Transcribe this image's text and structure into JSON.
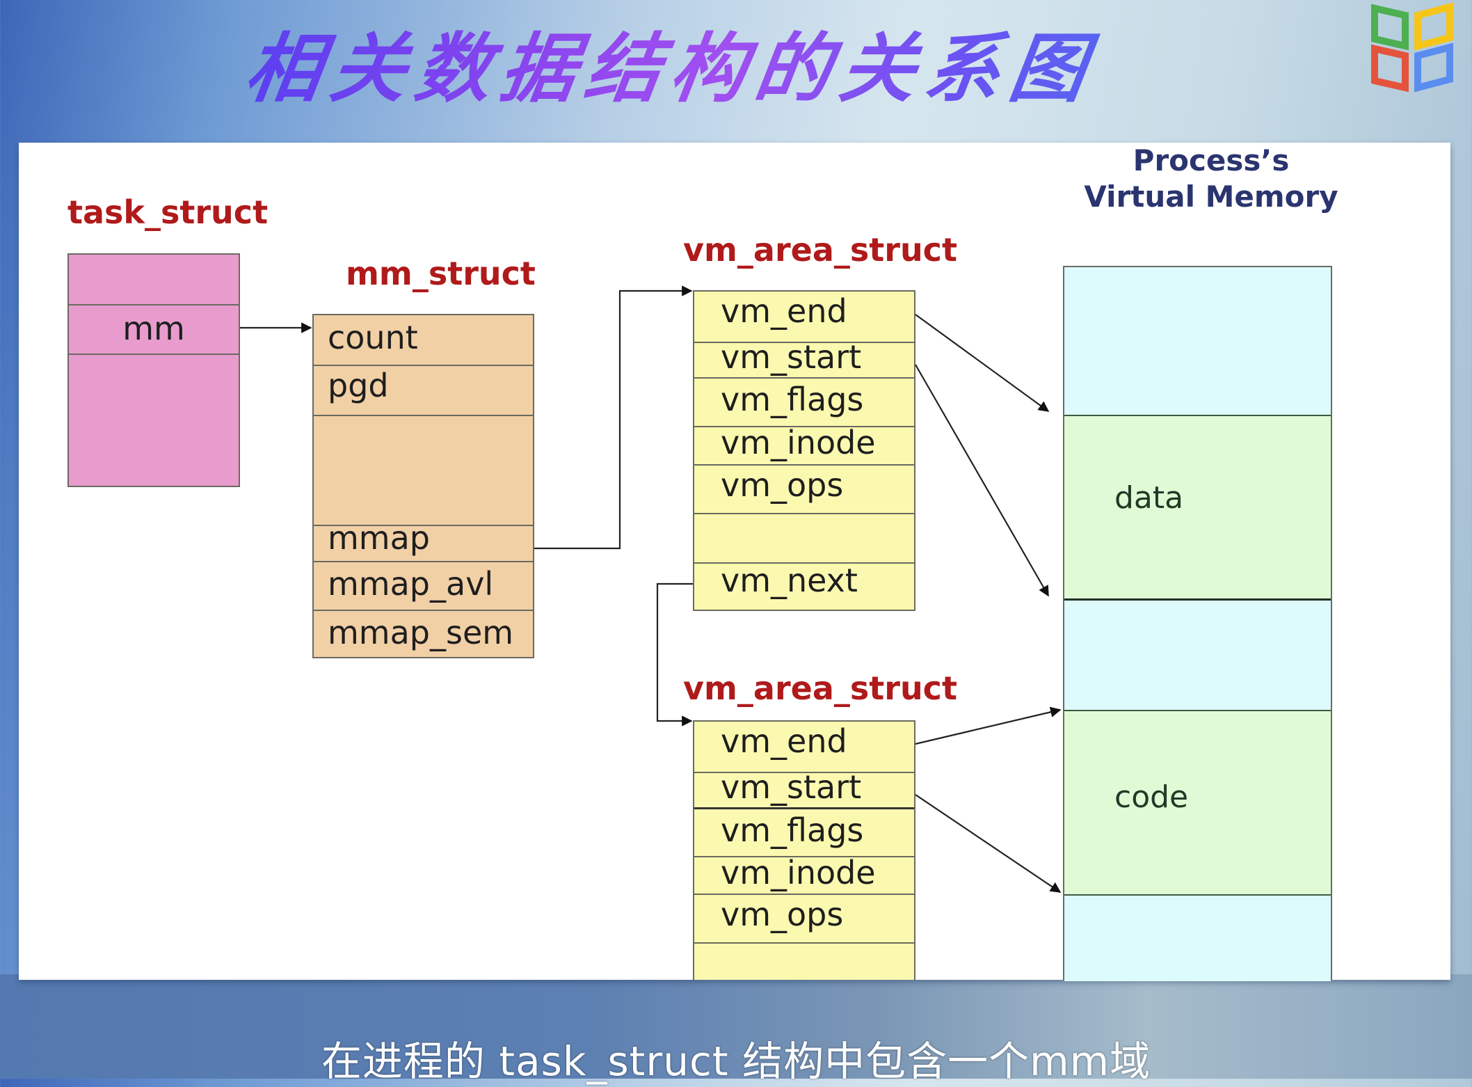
{
  "slide": {
    "title": "相关数据结构的关系图",
    "subtitle": "在进程的 task_struct 结构中包含一个mm域",
    "logo_icon": "book-logo-icon",
    "logo_colors": [
      "#4caf50",
      "#f5c518",
      "#e5533d",
      "#5b8def"
    ]
  },
  "diagram": {
    "task_struct": {
      "label": "task_struct",
      "fields": [
        "",
        "mm",
        ""
      ],
      "color": "#e89ccd"
    },
    "mm_struct": {
      "label": "mm_struct",
      "fields": [
        "count",
        "pgd",
        "",
        "mmap",
        "mmap_avl",
        "mmap_sem"
      ],
      "color": "#f2d0a6"
    },
    "vm_area_struct_1": {
      "label": "vm_area_struct",
      "fields": [
        "vm_end",
        "vm_start",
        "vm_flags",
        "vm_inode",
        "vm_ops",
        "",
        "vm_next"
      ],
      "color": "#fbf9b0"
    },
    "vm_area_struct_2": {
      "label": "vm_area_struct",
      "fields": [
        "vm_end",
        "vm_start",
        "vm_flags",
        "vm_inode",
        "vm_ops",
        ""
      ],
      "color": "#fbf9b0"
    },
    "virtual_memory": {
      "label_line1": "Process’s",
      "label_line2": "Virtual Memory",
      "segments": [
        {
          "label": "",
          "kind": "free"
        },
        {
          "label": "data",
          "kind": "region"
        },
        {
          "label": "",
          "kind": "free"
        },
        {
          "label": "code",
          "kind": "region"
        },
        {
          "label": "",
          "kind": "free"
        }
      ],
      "free_color": "#ddfbfc",
      "region_color": "#e0fad6"
    },
    "links": [
      {
        "from": "task_struct.mm",
        "to": "mm_struct"
      },
      {
        "from": "mm_struct.mmap",
        "to": "vm_area_struct_1"
      },
      {
        "from": "vm_area_struct_1.vm_next",
        "to": "vm_area_struct_2"
      },
      {
        "from": "vm_area_struct_1.vm_end",
        "to": "virtual_memory.data.top"
      },
      {
        "from": "vm_area_struct_1.vm_start",
        "to": "virtual_memory.data.bottom"
      },
      {
        "from": "vm_area_struct_2.vm_end",
        "to": "virtual_memory.code.top"
      },
      {
        "from": "vm_area_struct_2.vm_start",
        "to": "virtual_memory.code.bottom"
      }
    ],
    "label_color": "#b01a1a",
    "vm_label_color": "#2a3570"
  }
}
